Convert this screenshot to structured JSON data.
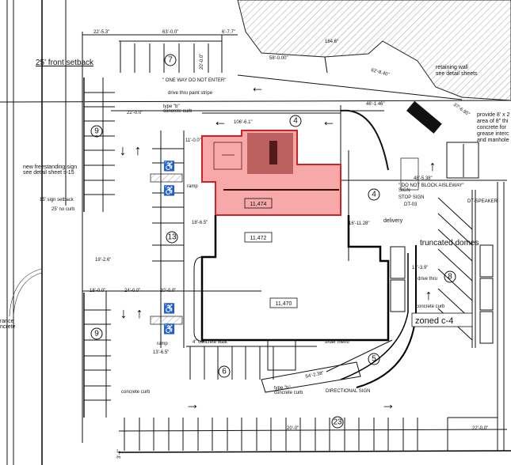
{
  "colors": {
    "highlight_fill": "#f7a8a8",
    "highlight_stroke": "#d32020",
    "line": "#111111",
    "hatch": "#888888"
  },
  "labels": {
    "front_setback": "25' front setback",
    "sign_line1": "new freestanding sign",
    "sign_line2": "see detail sheet s-15",
    "sign_setback": "15' sign setback",
    "no_curb": "25' no curb",
    "one_way": "\" ONE WAY DO NOT ENTER\"",
    "drive_thru_stripe": "drive thru paint stripe",
    "type_b_curb1": "type \"b\"",
    "type_b_curb2": "concrete curb",
    "ramp1": "ramp",
    "ramp2": "ramp",
    "concrete_walk": "4\" concrete walk",
    "concrete_curb1": "concrete curb",
    "concrete_curb2": "concrete curb",
    "retaining_wall1": "retaining wall",
    "retaining_wall2": "see detail sheets",
    "grease1": "provide 8' x 2",
    "grease2": "area of 8\" thi",
    "grease3": "concrete for",
    "grease4": "grease interc",
    "grease5": "and manhole",
    "do_not_block1": "\" DO NOT BLOCK AISLEWAY\"",
    "do_not_block2": "SIGN",
    "stop_sign": "STOP SIGN",
    "dt_03": "DT-03",
    "dt_speaker": "DT-SPEAKER",
    "delivery": "delivery",
    "truncated_domes": "truncated domes",
    "drive_thru": "drive thru",
    "zoned": "zoned c-4",
    "order_menu": "order menu",
    "type_b_curb3": "type \"b\"",
    "type_b_curb4": "concrete curb",
    "directional_sign": "DIRECTIONAL SIGN",
    "entrance1": "rance",
    "entrance2": "ncrete"
  },
  "areas": {
    "upper": "11,474",
    "middle": "11,472",
    "lower": "11,470"
  },
  "stall_counts": [
    "7",
    "9",
    "4",
    "4",
    "13",
    "9",
    "6",
    "8",
    "5",
    "23"
  ],
  "dimensions": [
    "22'-5.3\"",
    "63'-0.0\"",
    "6'-7.7\"",
    "20'-0.0\"",
    "22'-0.0\"",
    "106'-6.1\"",
    "11'-0.0\"",
    "18'-6.5\"",
    "18'-0.0\"",
    "24'-0.0\"",
    "20'-0.0\"",
    "19'-2.6\"",
    "13'-6.5\"",
    "164.6°",
    "58'-0.00\"",
    "62'-8.40\"",
    "46'-1.46\"",
    "37'-6.95\"",
    "48'-5.38\"",
    "16'-11.28\"",
    "17'-3.9\"",
    "54'-2.38\"",
    "20'-0\"",
    "22'-0.0\"",
    "3'-4\""
  ],
  "arrows": [
    "left",
    "left",
    "left",
    "down",
    "up",
    "down",
    "up",
    "up",
    "up",
    "right",
    "right"
  ]
}
